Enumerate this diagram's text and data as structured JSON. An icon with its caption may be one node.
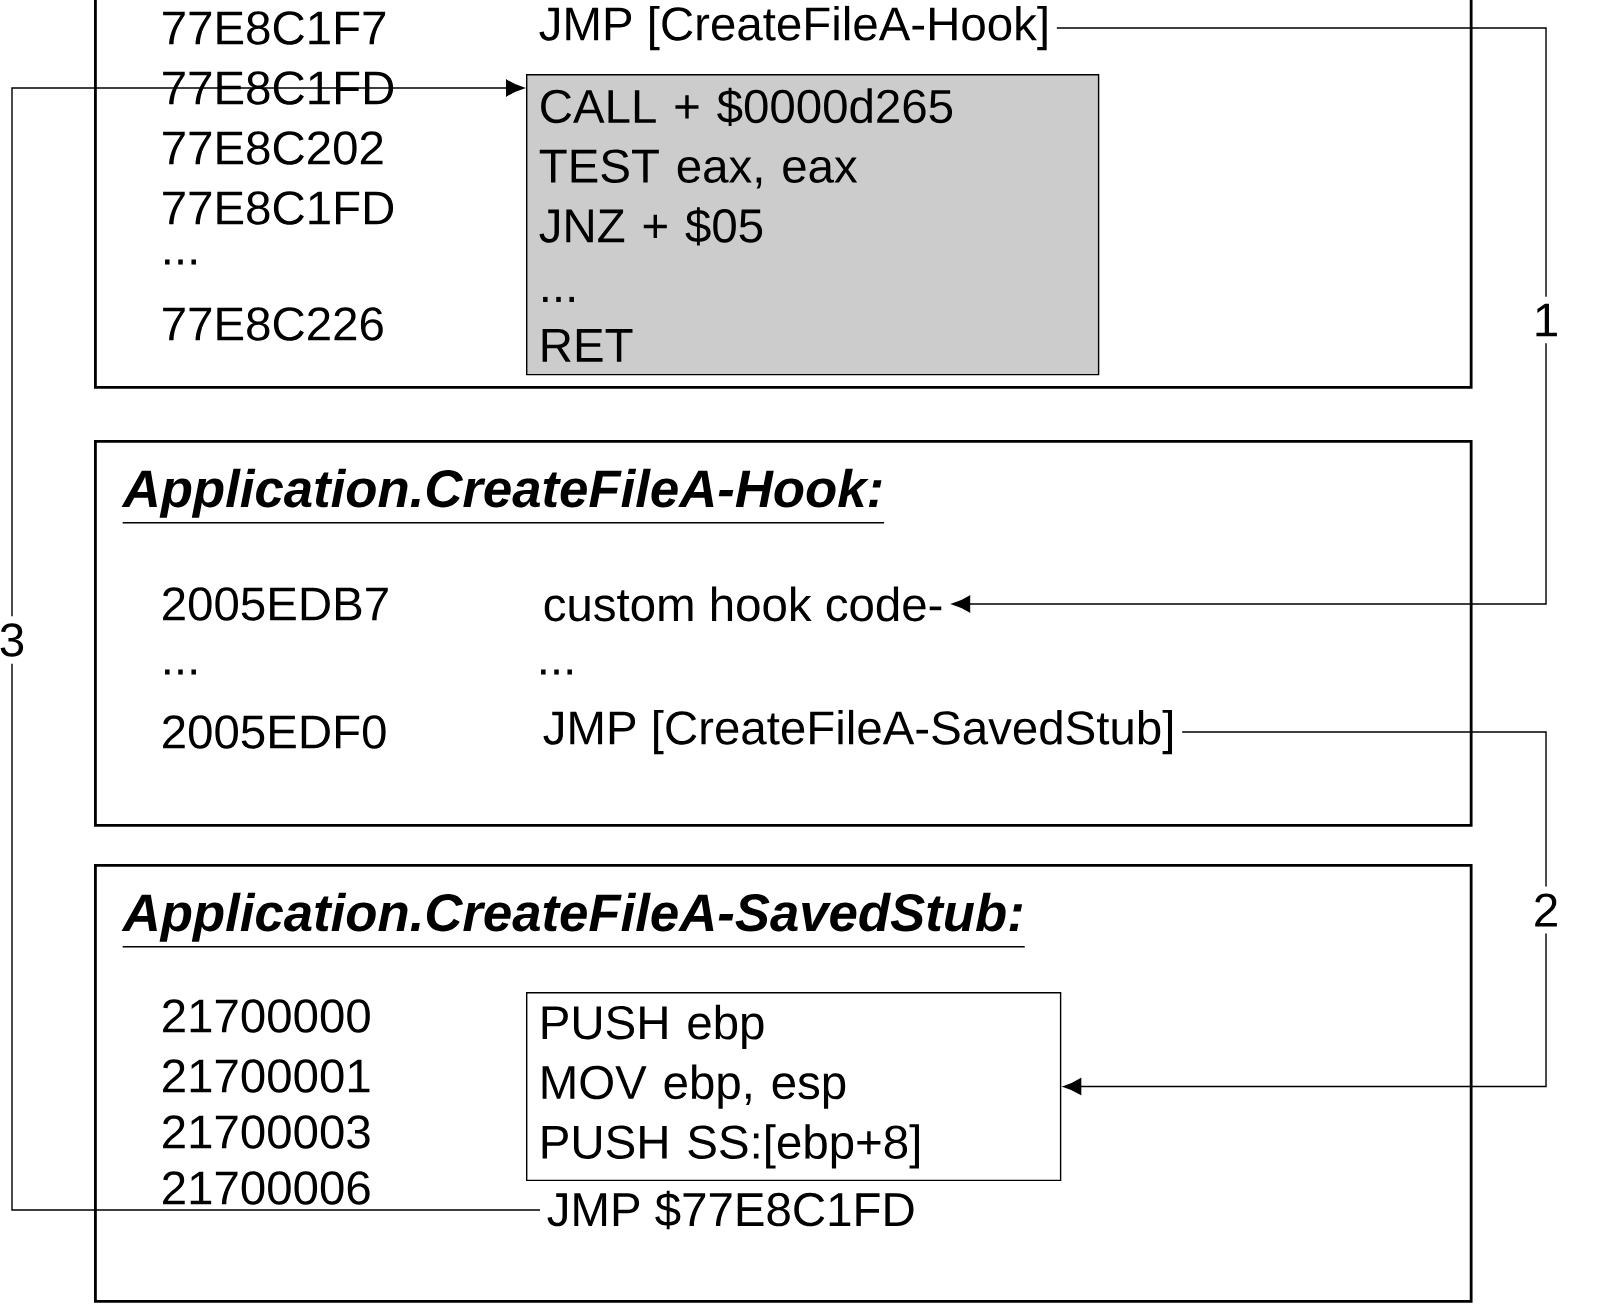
{
  "diagram": {
    "nodes": [
      {
        "text": [],
        "shape": "box"
      },
      {
        "text": [
          "JMP [CreateFileA-Hook]"
        ],
        "in": 0
      },
      {
        "text": [
          "CALL + $0000d265",
          "TEST eax, eax",
          "JNZ + $05",
          "...",
          "RET"
        ],
        "in": 0
      },
      {
        "text": [
          "Application.CreateFileA-Hook:"
        ]
      },
      {
        "text": [
          "custom hook code-"
        ],
        "in": 3
      },
      {
        "text": [
          "JMP [CreateFileA-SavedStub]"
        ],
        "in": 3
      },
      {
        "text": [
          "Application.CreateFileA-SavedStub:"
        ]
      },
      {
        "text": [
          "PUSH ebp",
          "MOV  ebp, esp",
          "PUSH SS:[ebp+8]"
        ],
        "in": 6
      },
      {
        "text": [
          "JMP $77E8C1FD"
        ],
        "in": 6
      }
    ],
    "edges": [
      {
        "from": 1,
        "to": 4,
        "arrow": "to",
        "label": "1"
      },
      {
        "from": 5,
        "to": 7,
        "arrow": "to",
        "label": "2"
      },
      {
        "from": 8,
        "to": 2,
        "arrow": "to",
        "label": "3"
      }
    ],
    "labels": [
      "77E8C1F7",
      "77E8C1FD",
      "77E8C202",
      "77E8C1FD",
      "...",
      "77E8C226",
      "2005EDB7",
      "...",
      "...",
      "2005EDF0",
      "21700000",
      "21700001",
      "21700003",
      "21700006"
    ]
  }
}
